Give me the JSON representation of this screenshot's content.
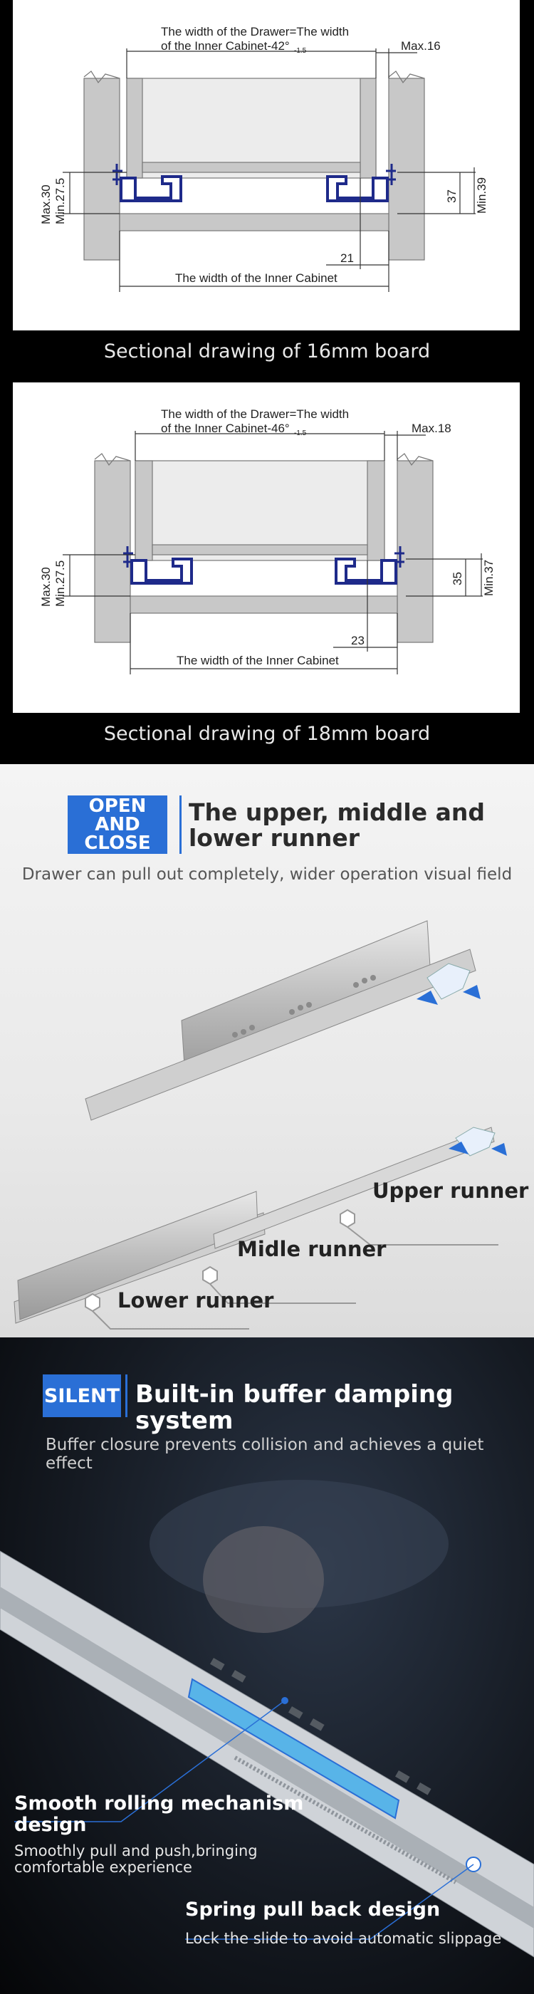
{
  "drawing_16": {
    "drawer_width_line1": "The width of the Drawer=The width",
    "drawer_width_line2": "of the Inner Cabinet-42°",
    "tolerance": "-1.5",
    "max_gap": "Max.16",
    "left_max": "Max.30",
    "left_min": "Min.27.5",
    "height_a": "37",
    "height_min": "Min.39",
    "offset": "21",
    "inner_width": "The width of the Inner Cabinet",
    "caption": "Sectional drawing of 16mm board"
  },
  "drawing_18": {
    "drawer_width_line1": "The width of the Drawer=The width",
    "drawer_width_line2": "of the Inner Cabinet-46°",
    "tolerance": "-1.5",
    "max_gap": "Max.18",
    "left_max": "Max.30",
    "left_min": "Min.27.5",
    "height_a": "35",
    "height_min": "Min.37",
    "offset": "23",
    "inner_width": "The width of the Inner Cabinet",
    "caption": "Sectional drawing of 18mm board"
  },
  "runner_section": {
    "badge_line1": "OPEN AND",
    "badge_line2": "CLOSE",
    "title_line1": "The upper, middle and",
    "title_line2": "lower runner",
    "subtitle": "Drawer can pull out completely, wider operation visual field",
    "upper_label": "Upper runner",
    "middle_label": "Midle runner",
    "lower_label": "Lower runner",
    "accent_color": "#2a6fd6"
  },
  "silent_section": {
    "badge": "SILENT",
    "title": "Built-in buffer damping system",
    "subtitle": "Buffer closure prevents collision and achieves a quiet effect",
    "feature1_title_line1": "Smooth rolling mechanism",
    "feature1_title_line2": "design",
    "feature1_desc_line1": "Smoothly pull and push,bringing",
    "feature1_desc_line2": "comfortable experience",
    "feature2_title": "Spring pull back design",
    "feature2_desc": "Lock the slide to avoid automatic slippage",
    "accent_color": "#2a6fd6"
  }
}
